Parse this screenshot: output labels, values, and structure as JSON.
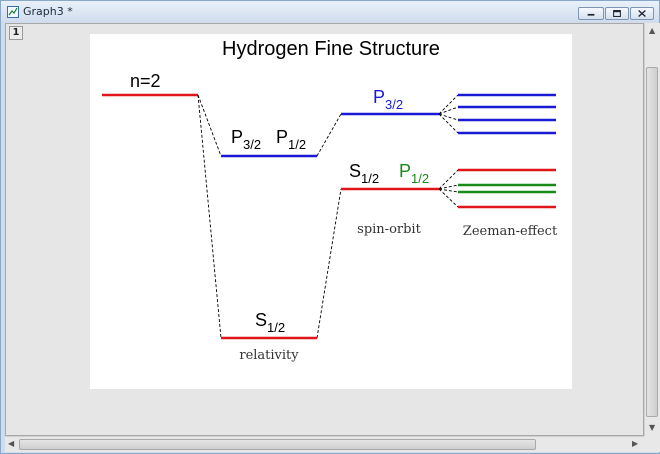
{
  "window": {
    "title": "Graph3 *",
    "page_number": "1"
  },
  "colors": {
    "red": "#e0161b",
    "blue": "#1a1ad6",
    "green": "#1a8a1a",
    "ink": "#000000"
  },
  "diagram": {
    "title": "Hydrogen Fine Structure",
    "n2_label": "n=2",
    "p32_left": {
      "base": "P",
      "sub": "3/2"
    },
    "p12_left": {
      "base": "P",
      "sub": "1/2"
    },
    "s12_lower": {
      "base": "S",
      "sub": "1/2"
    },
    "p32_right": {
      "base": "P",
      "sub": "3/2"
    },
    "s12_right": {
      "base": "S",
      "sub": "1/2"
    },
    "p12_right": {
      "base": "P",
      "sub": "1/2"
    },
    "relativity_label": "relativity",
    "spin_orbit_label": "spin-orbit",
    "zeeman_label": "Zeeman-effect"
  },
  "icons": [
    "graph-window-icon",
    "minimize-icon",
    "maximize-icon",
    "close-icon",
    "scroll-up-arrow-icon",
    "scroll-down-arrow-icon",
    "scroll-left-arrow-icon",
    "scroll-right-arrow-icon"
  ]
}
